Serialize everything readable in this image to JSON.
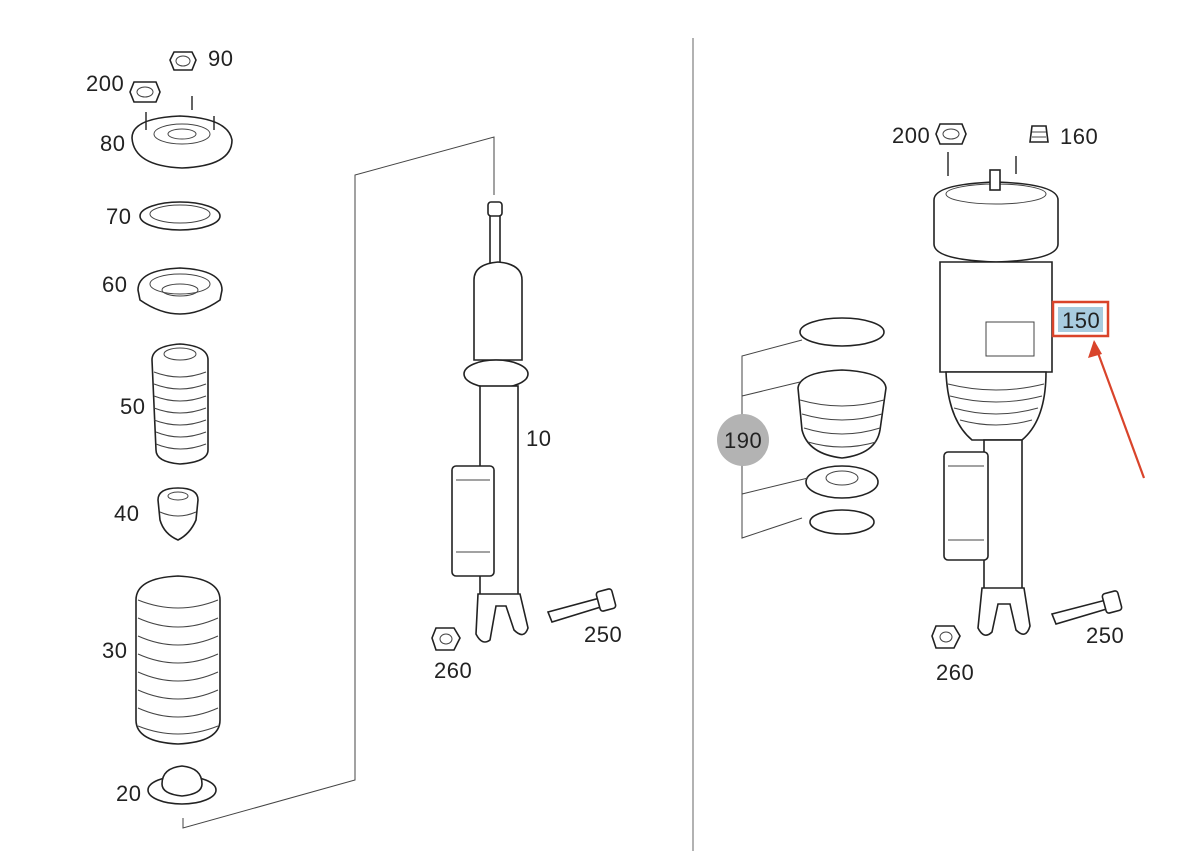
{
  "callouts": {
    "p90": "90",
    "p200_left": "200",
    "p80": "80",
    "p70": "70",
    "p60": "60",
    "p50": "50",
    "p40": "40",
    "p30": "30",
    "p20": "20",
    "p10": "10",
    "p250_left": "250",
    "p260_left": "260",
    "p200_right": "200",
    "p160": "160",
    "p150": "150",
    "p190": "190",
    "p250_right": "250",
    "p260_right": "260"
  },
  "highlight": {
    "selected_callout": "150",
    "box_color": "#d9442b",
    "fill_color": "#a8cce0",
    "arrow_color": "#d9442b",
    "group_badge_color": "#b3b3b3"
  }
}
